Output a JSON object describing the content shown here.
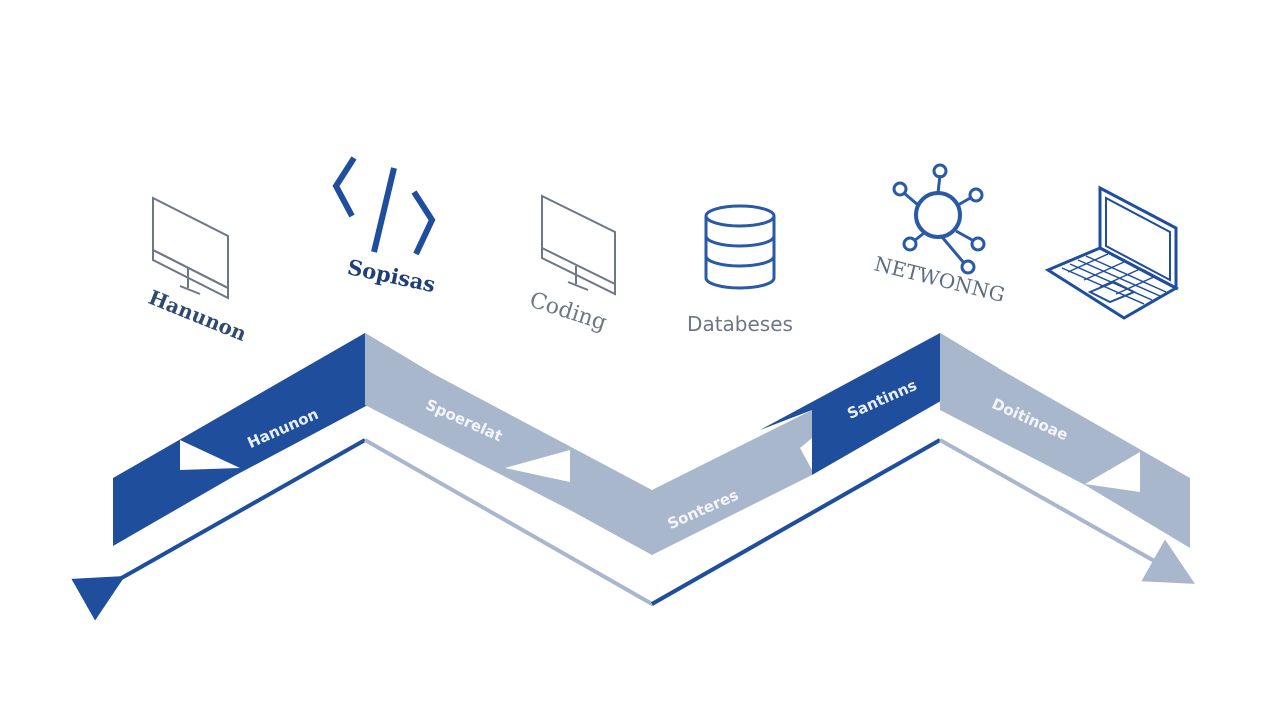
{
  "colors": {
    "primary": "#1f4e9c",
    "secondary": "#a9b7cc",
    "icon_gray": "#6d7785",
    "icon_blue": "#2a5aa6",
    "background": "#ffffff",
    "band_text_light": "#e8eef8",
    "band_text_dark": "#f3f5f9"
  },
  "icons": [
    {
      "name": "monitor-icon",
      "label": "Hanunon"
    },
    {
      "name": "code-icon",
      "label": "Sopisas"
    },
    {
      "name": "monitor-icon",
      "label": "Coding"
    },
    {
      "name": "database-icon",
      "label": "Databeses"
    },
    {
      "name": "network-icon",
      "label": "NETWONNG"
    },
    {
      "name": "laptop-icon",
      "label": ""
    }
  ],
  "bands": [
    {
      "label": "Hanunon"
    },
    {
      "label": "Spoerelat"
    },
    {
      "label": "Sonteres"
    },
    {
      "label": "Santinns"
    },
    {
      "label": "Doitinoae"
    }
  ]
}
